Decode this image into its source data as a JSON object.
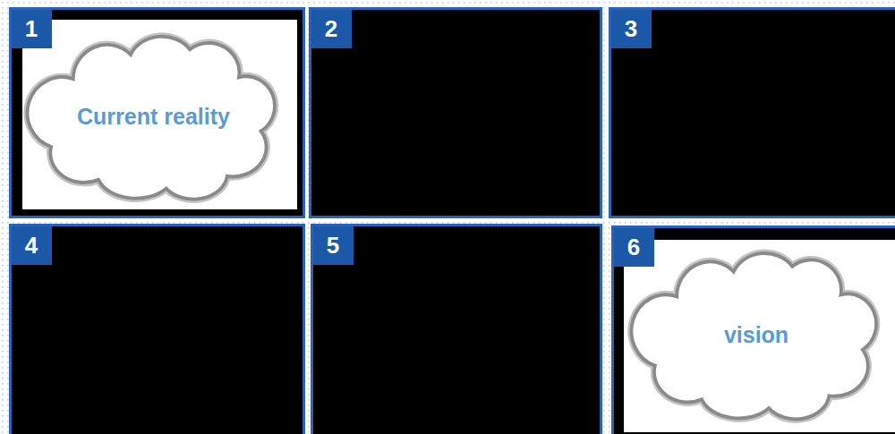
{
  "diagram": {
    "nodes": [
      {
        "text": [
          "1"
        ]
      },
      {
        "text": [
          "Current reality"
        ],
        "in": 0
      },
      {
        "text": [
          "2"
        ]
      },
      {
        "text": [
          "3"
        ]
      },
      {
        "text": [
          "4"
        ]
      },
      {
        "text": [
          "5"
        ]
      },
      {
        "text": [
          "6"
        ]
      },
      {
        "text": [
          "vision"
        ],
        "in": 6
      }
    ]
  }
}
